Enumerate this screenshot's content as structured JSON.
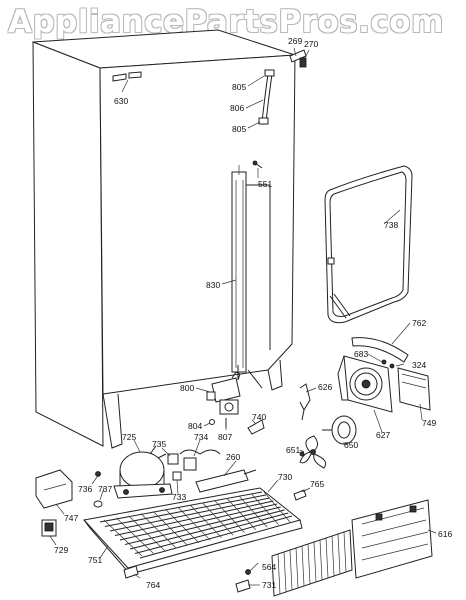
{
  "watermark": "AppliancePartsPros.com",
  "parts": [
    {
      "id": "p630",
      "label": "630"
    },
    {
      "id": "p269",
      "label": "269"
    },
    {
      "id": "p270",
      "label": "270"
    },
    {
      "id": "p805a",
      "label": "805"
    },
    {
      "id": "p806",
      "label": "806"
    },
    {
      "id": "p805b",
      "label": "805"
    },
    {
      "id": "p551",
      "label": "551"
    },
    {
      "id": "p738",
      "label": "738"
    },
    {
      "id": "p830",
      "label": "830"
    },
    {
      "id": "p762",
      "label": "762"
    },
    {
      "id": "p683",
      "label": "683"
    },
    {
      "id": "p324",
      "label": "324"
    },
    {
      "id": "p800",
      "label": "800"
    },
    {
      "id": "p626",
      "label": "626"
    },
    {
      "id": "p740",
      "label": "740"
    },
    {
      "id": "p804",
      "label": "804"
    },
    {
      "id": "p807",
      "label": "807"
    },
    {
      "id": "p734",
      "label": "734"
    },
    {
      "id": "p627",
      "label": "627"
    },
    {
      "id": "p749",
      "label": "749"
    },
    {
      "id": "p725",
      "label": "725"
    },
    {
      "id": "p735",
      "label": "735"
    },
    {
      "id": "p651",
      "label": "651"
    },
    {
      "id": "p650",
      "label": "650"
    },
    {
      "id": "p260",
      "label": "260"
    },
    {
      "id": "p736",
      "label": "736"
    },
    {
      "id": "p737",
      "label": "737"
    },
    {
      "id": "p733",
      "label": "733"
    },
    {
      "id": "p730",
      "label": "730"
    },
    {
      "id": "p765",
      "label": "765"
    },
    {
      "id": "p747",
      "label": "747"
    },
    {
      "id": "p616",
      "label": "616"
    },
    {
      "id": "p729",
      "label": "729"
    },
    {
      "id": "p751",
      "label": "751"
    },
    {
      "id": "p764",
      "label": "764"
    },
    {
      "id": "p564",
      "label": "564"
    },
    {
      "id": "p731",
      "label": "731"
    }
  ]
}
